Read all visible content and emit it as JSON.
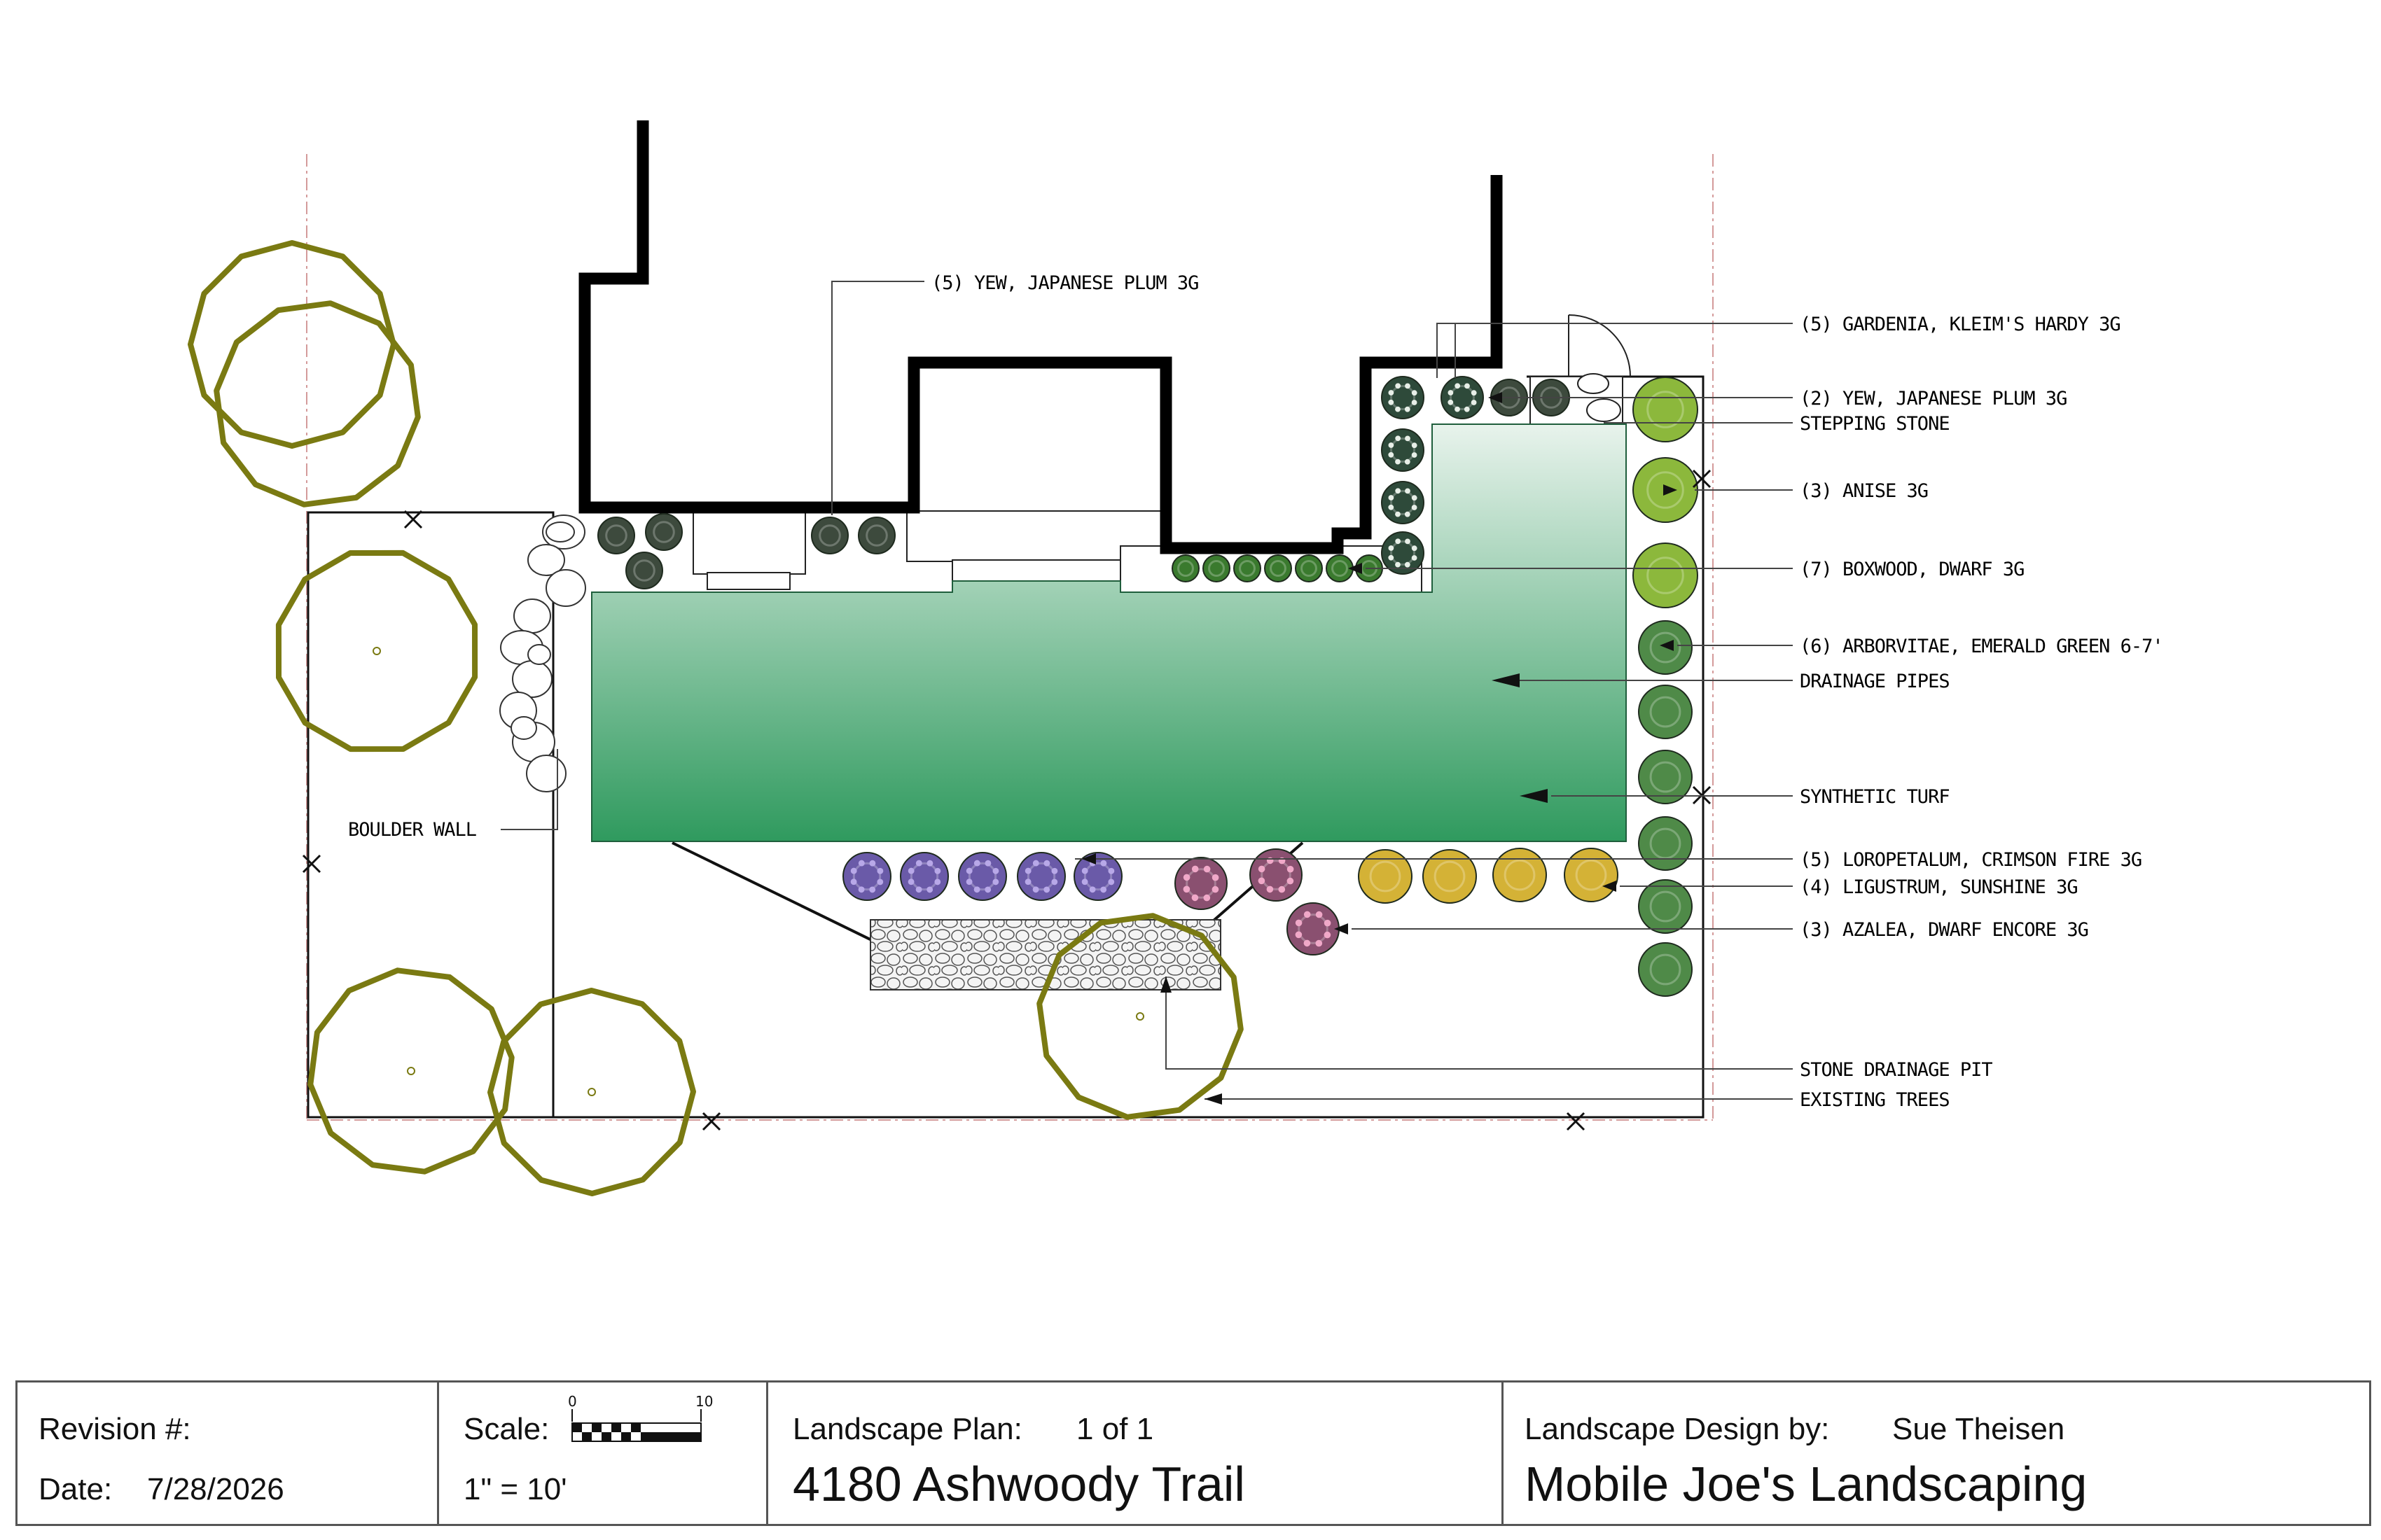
{
  "plan": {
    "labels": {
      "yew_front": "(5) YEW, JAPANESE PLUM 3G",
      "gardenia": "(5) GARDENIA, KLEIM'S HARDY 3G",
      "yew_side": "(2) YEW, JAPANESE PLUM 3G",
      "stepping_stone": "STEPPING STONE",
      "anise": "(3) ANISE 3G",
      "boxwood": "(7) BOXWOOD, DWARF 3G",
      "arborvitae": "(6) ARBORVITAE, EMERALD GREEN 6-7'",
      "drainage_pipes": "DRAINAGE PIPES",
      "synthetic_turf": "SYNTHETIC TURF",
      "loropetalum": "(5) LOROPETALUM, CRIMSON FIRE 3G",
      "ligustrum": "(4) LIGUSTRUM, SUNSHINE 3G",
      "azalea": "(3) AZALEA, DWARF ENCORE 3G",
      "boulder_wall": "BOULDER WALL",
      "stone_drainage_pit": "STONE DRAINAGE PIT",
      "existing_trees": "EXISTING TREES"
    },
    "colors": {
      "turf_top": "#e8f3ec",
      "turf_bottom": "#2f9a5e",
      "tree_outline": "#7a7a12",
      "boxwood": "#3a7a2e",
      "anise": "#8cb83c",
      "arborvitae": "#4f8a48",
      "loropetalum": "#6a5aa8",
      "ligustrum": "#d4b236",
      "azalea": "#8a5070",
      "yew": "#3d4a3d",
      "gardenia": "#2e4a3a"
    },
    "scale_bar_marks": [
      "0",
      "10"
    ]
  },
  "title_block": {
    "revision_label": "Revision #:",
    "date_label": "Date:",
    "date_value": "7/28/2026",
    "scale_label": "Scale:",
    "scale_value": "1\" = 10'",
    "plan_label": "Landscape Plan:",
    "plan_page": "1 of 1",
    "address": "4180 Ashwoody Trail",
    "designer_label": "Landscape Design by:",
    "designer_name": "Sue Theisen",
    "company": "Mobile Joe's Landscaping"
  }
}
